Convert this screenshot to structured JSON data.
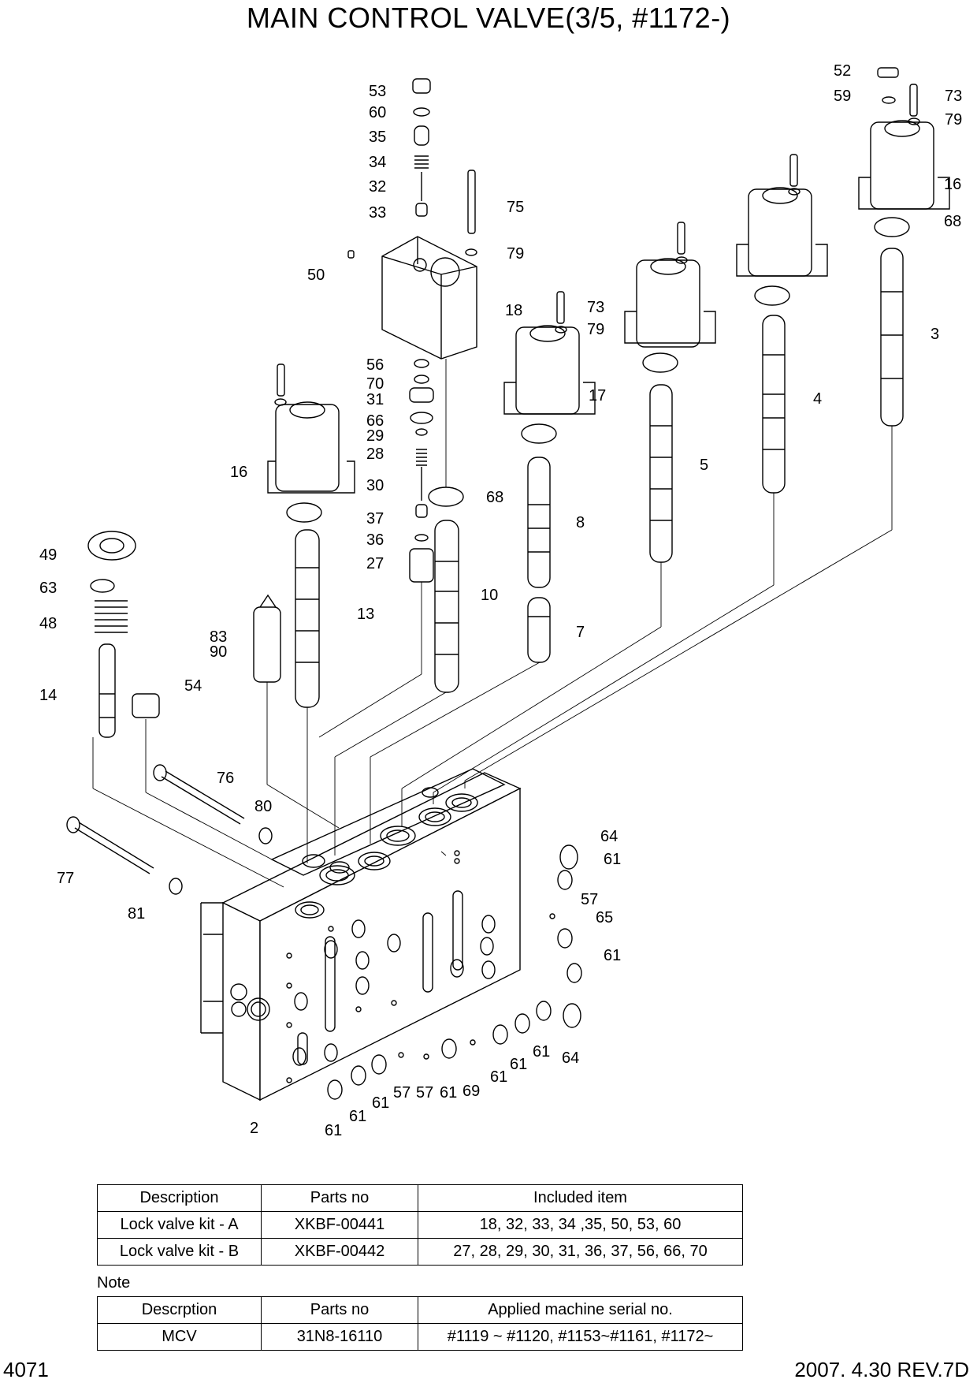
{
  "title": "MAIN CONTROL VALVE(3/5, #1172-)",
  "callouts": [
    "53",
    "60",
    "35",
    "34",
    "32",
    "33",
    "75",
    "79",
    "50",
    "18",
    "56",
    "70",
    "31",
    "66",
    "29",
    "28",
    "30",
    "37",
    "36",
    "27",
    "68",
    "73",
    "79",
    "16",
    "17",
    "8",
    "7",
    "10",
    "13",
    "83",
    "90",
    "49",
    "63",
    "48",
    "14",
    "54",
    "76",
    "80",
    "77",
    "81",
    "2",
    "3",
    "4",
    "5",
    "52",
    "59",
    "73",
    "79",
    "16",
    "68",
    "64",
    "61",
    "57",
    "65",
    "61",
    "64",
    "61",
    "61",
    "69",
    "61",
    "57",
    "57",
    "61",
    "61",
    "61",
    "61"
  ],
  "kit_table": {
    "headers": [
      "Description",
      "Parts no",
      "Included item"
    ],
    "rows": [
      [
        "Lock valve kit - A",
        "XKBF-00441",
        "18, 32, 33, 34 ,35, 50, 53, 60"
      ],
      [
        "Lock valve kit - B",
        "XKBF-00442",
        "27, 28, 29, 30, 31, 36, 37, 56, 66, 70"
      ]
    ]
  },
  "note_label": "Note",
  "serial_table": {
    "headers": [
      "Descrption",
      "Parts no",
      "Applied machine serial no."
    ],
    "rows": [
      [
        "MCV",
        "31N8-16110",
        "#1119 ~ #1120, #1153~#1161, #1172~"
      ]
    ]
  },
  "page_number": "4071",
  "revision": "2007. 4.30  REV.7D"
}
